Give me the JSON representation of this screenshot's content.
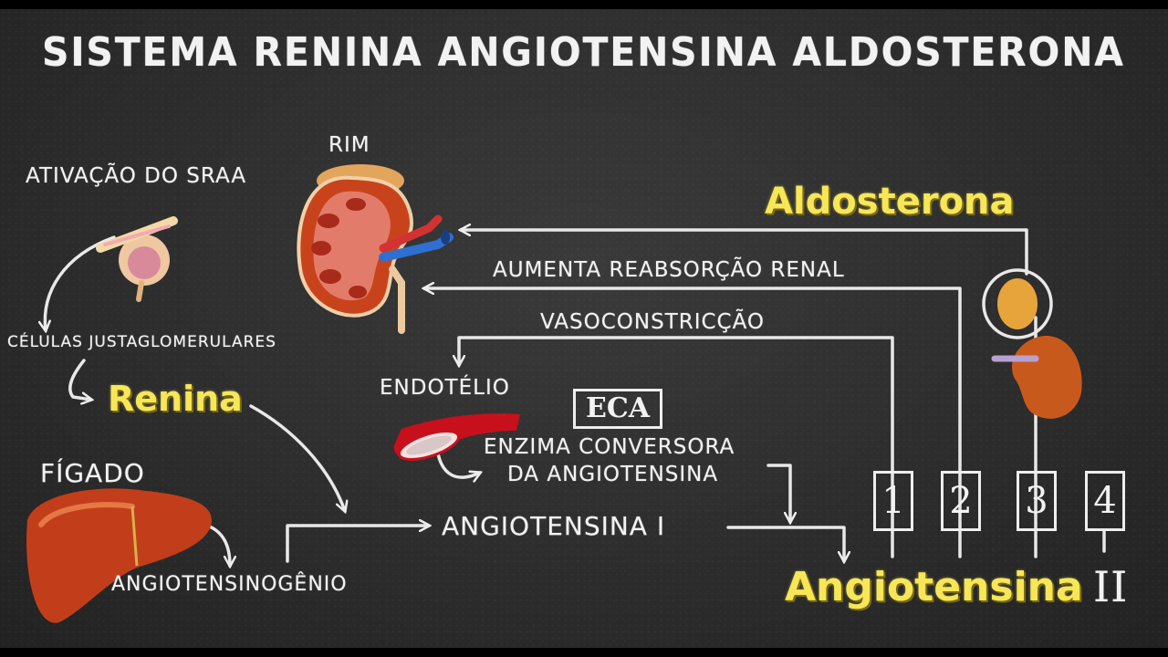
{
  "title": "SISTEMA RENINA ANGIOTENSINA ALDOSTERONA",
  "labels": {
    "rim": "RIM",
    "ativacao": "ATIVAÇÃO DO SRAA",
    "celulas": "CÉLULAS JUSTAGLOMERULARES",
    "renina": "Renina",
    "figado": "FÍGADO",
    "angiotensinogenio": "ANGIOTENSINOGÊNIO",
    "angiotensina_i": "ANGIOTENSINA I",
    "endotelio": "ENDOTÉLIO",
    "eca": "ECA",
    "enzima_line1": "ENZIMA CONVERSORA",
    "enzima_line2": "DA ANGIOTENSINA",
    "aldosterona": "Aldosterona",
    "aumenta": "AUMENTA REABSORÇÃO RENAL",
    "vasoconstriccao": "VASOCONSTRICÇÃO",
    "angiotensina_ii_word": "Angiotensina",
    "angiotensina_ii_numeral": "II"
  },
  "numbered_boxes": [
    "1",
    "2",
    "3",
    "4"
  ],
  "colors": {
    "chalk": "#f2f2f2",
    "highlight": "#f7e657",
    "organ": "#c8431c"
  }
}
